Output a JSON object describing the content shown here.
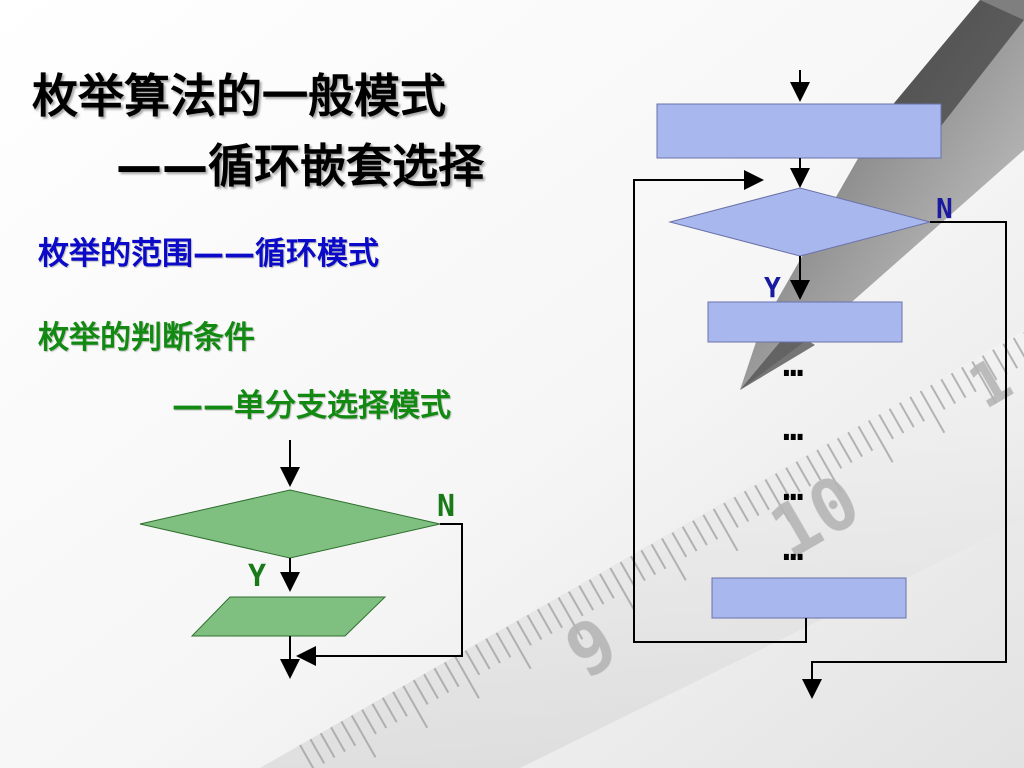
{
  "title": {
    "line1": "枚举算法的一般模式",
    "line2": "——循环嵌套选择"
  },
  "points": {
    "range": "枚举的范围——循环模式",
    "condition": "枚举的判断条件",
    "condition_mode": "——单分支选择模式"
  },
  "left_flowchart": {
    "yes_label": "Y",
    "no_label": "N"
  },
  "right_flowchart": {
    "yes_label": "Y",
    "no_label": "N",
    "ellipsis": [
      "…",
      "…",
      "…",
      "…"
    ]
  },
  "background": {
    "ruler_numbers": [
      "1",
      "10",
      "9"
    ]
  },
  "colors": {
    "title": "#000000",
    "blue_text": "#0a0ac8",
    "green_text": "#128a12",
    "green_shape_fill": "#7fbf7f",
    "blue_shape_fill": "#a9b7ef",
    "label_blue": "#1a1aa0",
    "label_green": "#1a7a1a"
  }
}
